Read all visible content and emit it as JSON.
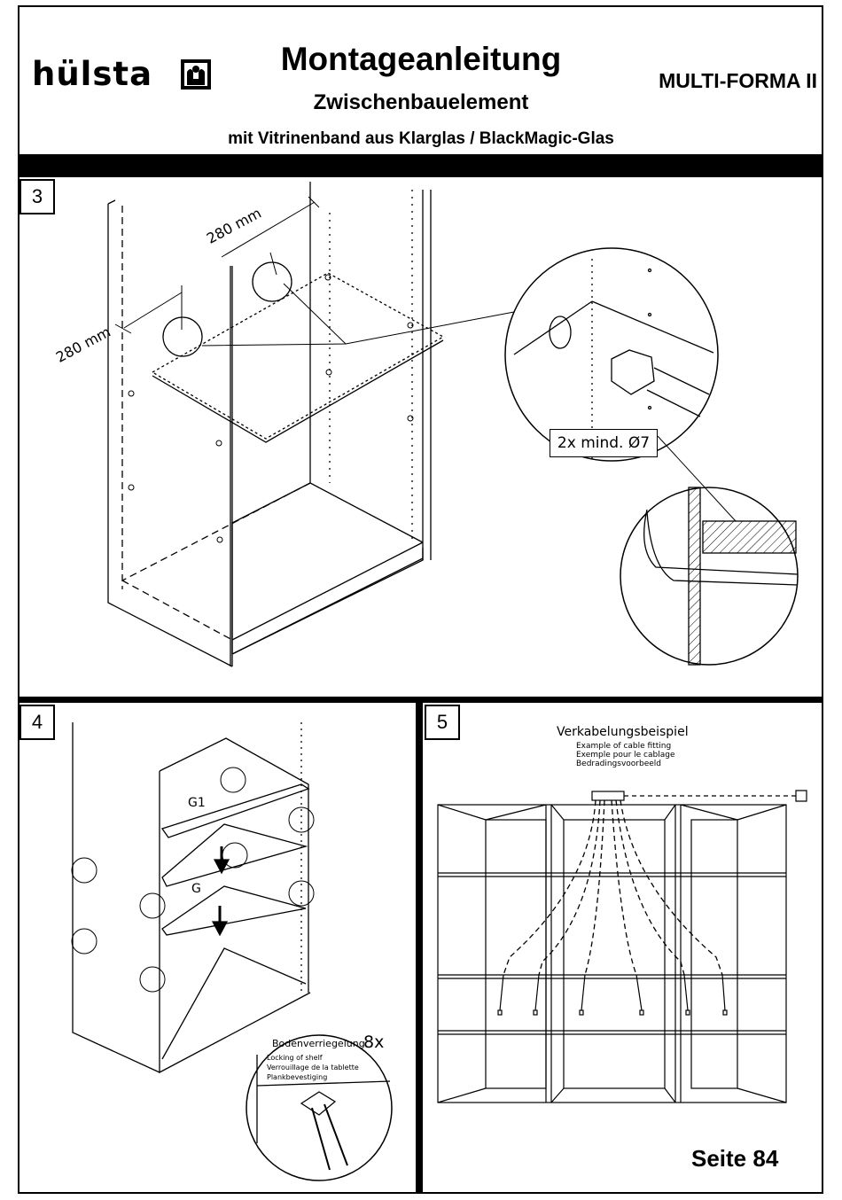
{
  "header": {
    "brand": "hülsta",
    "title": "Montageanleitung",
    "subtitle": "Zwischenbauelement",
    "subline": "mit Vitrinenband aus Klarglas / BlackMagic-Glas",
    "product": "MULTI-FORMA II"
  },
  "step3": {
    "number": "3",
    "dim_top": "280 mm",
    "dim_left": "280 mm",
    "callout": "2x mind. Ø7"
  },
  "step4": {
    "number": "4",
    "shelf_upper": "G1",
    "shelf_lower": "G",
    "lock_title": "Bodenverriegelung",
    "lock_count": "8x",
    "lock_en": "Locking of shelf",
    "lock_fr": "Verrouillage de la tablette",
    "lock_nl": "Plankbevestiging"
  },
  "step5": {
    "number": "5",
    "cable_title": "Verkabelungsbeispiel",
    "cable_en": "Example of cable fitting",
    "cable_fr": "Exemple pour le cablage",
    "cable_nl": "Bedradingsvoorbeeld"
  },
  "footer": {
    "page": "Seite 84"
  }
}
